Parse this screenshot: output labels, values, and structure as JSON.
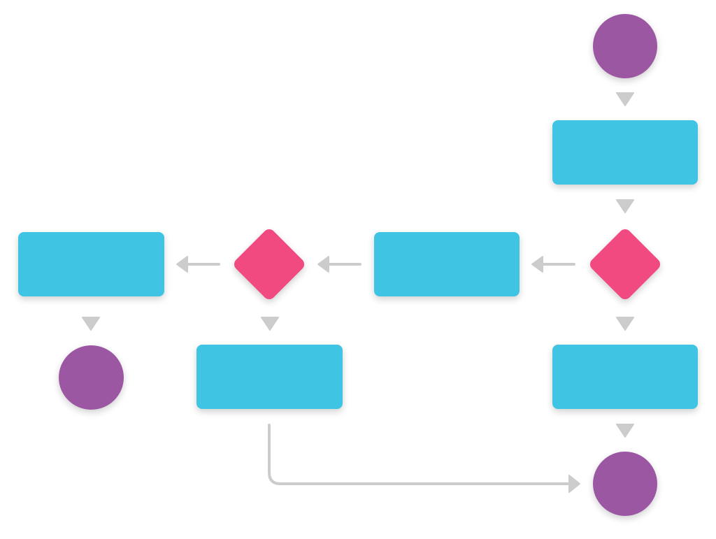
{
  "diagram": {
    "type": "flowchart",
    "colors": {
      "process": "#40C4E4",
      "decision": "#F04A80",
      "terminal": "#9C57A2",
      "connector": "#CCCCCC",
      "background": "#FFFFFF"
    },
    "nodes": [
      {
        "id": "start",
        "shape": "circle",
        "role": "terminal",
        "label": ""
      },
      {
        "id": "process-1",
        "shape": "rectangle",
        "role": "process",
        "label": ""
      },
      {
        "id": "decision-1",
        "shape": "diamond",
        "role": "decision",
        "label": ""
      },
      {
        "id": "process-2",
        "shape": "rectangle",
        "role": "process",
        "label": ""
      },
      {
        "id": "decision-2",
        "shape": "diamond",
        "role": "decision",
        "label": ""
      },
      {
        "id": "process-3",
        "shape": "rectangle",
        "role": "process",
        "label": ""
      },
      {
        "id": "end-left",
        "shape": "circle",
        "role": "terminal",
        "label": ""
      },
      {
        "id": "process-4",
        "shape": "rectangle",
        "role": "process",
        "label": ""
      },
      {
        "id": "process-5",
        "shape": "rectangle",
        "role": "process",
        "label": ""
      },
      {
        "id": "end-right",
        "shape": "circle",
        "role": "terminal",
        "label": ""
      }
    ],
    "edges": [
      {
        "from": "start",
        "to": "process-1"
      },
      {
        "from": "process-1",
        "to": "decision-1"
      },
      {
        "from": "decision-1",
        "to": "process-2"
      },
      {
        "from": "decision-1",
        "to": "process-5"
      },
      {
        "from": "process-2",
        "to": "decision-2"
      },
      {
        "from": "decision-2",
        "to": "process-3"
      },
      {
        "from": "decision-2",
        "to": "process-4"
      },
      {
        "from": "process-3",
        "to": "end-left"
      },
      {
        "from": "process-5",
        "to": "end-right"
      },
      {
        "from": "process-4",
        "to": "end-right"
      }
    ]
  }
}
